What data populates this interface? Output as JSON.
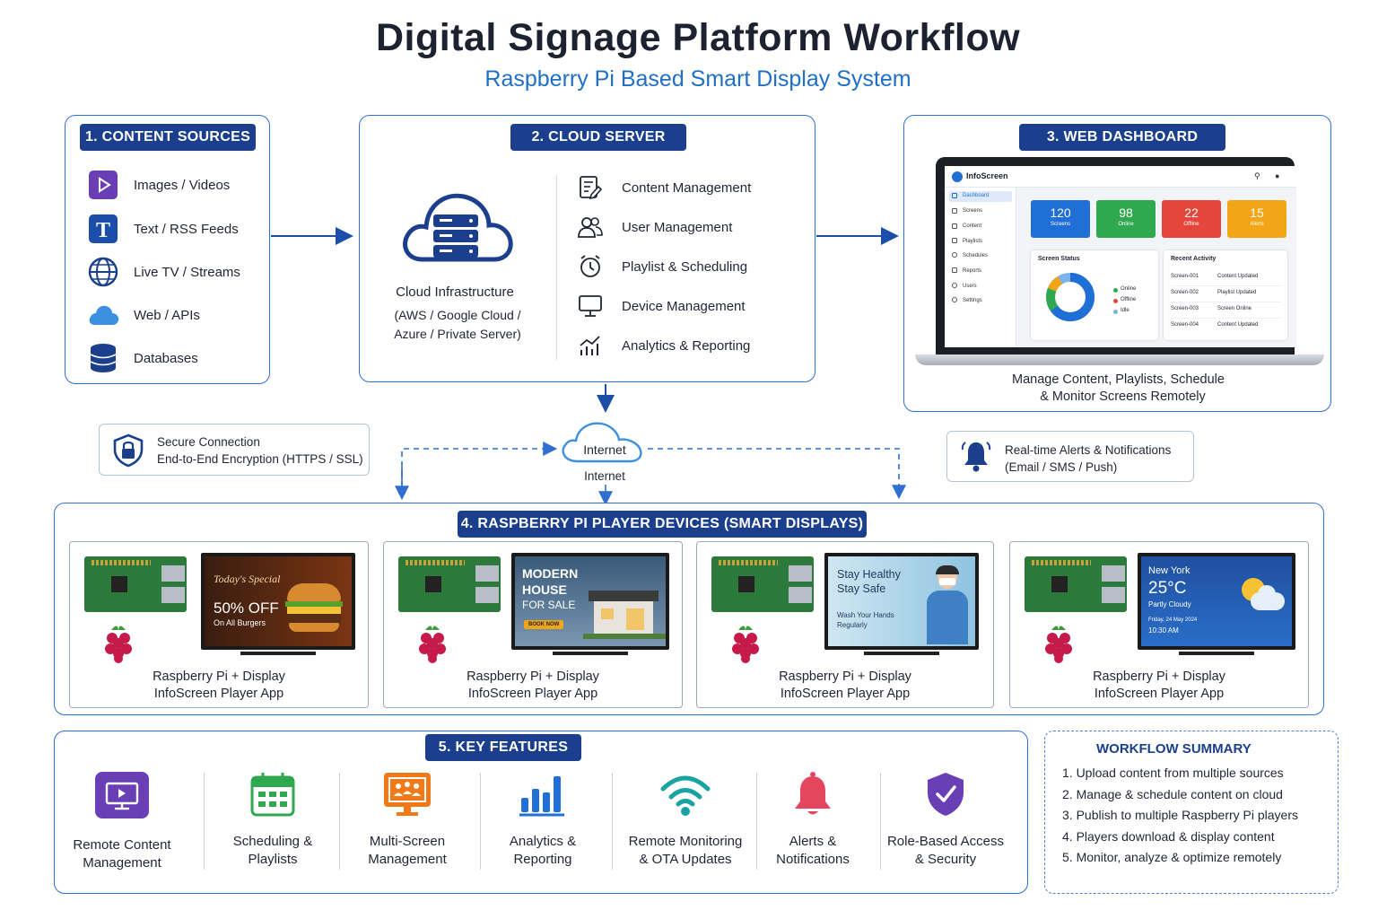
{
  "title": "Digital Signage Platform Workflow",
  "subtitle": "Raspberry Pi Based Smart Display System",
  "content_sources": {
    "heading": "1. CONTENT SOURCES",
    "items": [
      {
        "label": "Images / Videos",
        "icon": "play-icon"
      },
      {
        "label": "Text / RSS Feeds",
        "icon": "text-t-icon"
      },
      {
        "label": "Live TV / Streams",
        "icon": "globe-icon"
      },
      {
        "label": "Web / APIs",
        "icon": "cloud-icon"
      },
      {
        "label": "Databases",
        "icon": "database-icon"
      }
    ]
  },
  "cloud_server": {
    "heading": "2. CLOUD SERVER",
    "infra_title": "Cloud Infrastructure",
    "infra_line1": "(AWS / Google Cloud /",
    "infra_line2": "Azure / Private Server)",
    "items": [
      {
        "label": "Content Management",
        "icon": "content-doc-icon"
      },
      {
        "label": "User Management",
        "icon": "users-icon"
      },
      {
        "label": "Playlist & Scheduling",
        "icon": "clock-icon"
      },
      {
        "label": "Device Management",
        "icon": "monitor-icon"
      },
      {
        "label": "Analytics & Reporting",
        "icon": "analytics-icon"
      }
    ]
  },
  "web_dashboard": {
    "heading": "3. WEB DASHBOARD",
    "app_name": "InfoScreen",
    "nav": [
      "Dashboard",
      "Screens",
      "Content",
      "Playlists",
      "Schedules",
      "Reports",
      "Users",
      "Settings"
    ],
    "stats": [
      {
        "value": "120",
        "label": "Screens",
        "color": "#1f6fd6"
      },
      {
        "value": "98",
        "label": "Online",
        "color": "#2fa84f"
      },
      {
        "value": "22",
        "label": "Offline",
        "color": "#e5463b"
      },
      {
        "value": "15",
        "label": "Alerts",
        "color": "#f2a516"
      }
    ],
    "status_title": "Screen Status",
    "status_legend": [
      {
        "label": "Online",
        "color": "#2fa84f"
      },
      {
        "label": "Offline",
        "color": "#e5463b"
      },
      {
        "label": "Idle",
        "color": "#7fb2e8"
      }
    ],
    "activity_title": "Recent Activity",
    "activity": [
      {
        "screen": "Screen-001",
        "event": "Content Updated"
      },
      {
        "screen": "Screen-002",
        "event": "Playlist Updated"
      },
      {
        "screen": "Screen-003",
        "event": "Screen Online"
      },
      {
        "screen": "Screen-004",
        "event": "Content Updated"
      }
    ],
    "caption_line1": "Manage Content, Playlists, Schedule",
    "caption_line2": "& Monitor Screens Remotely"
  },
  "security": {
    "line1": "Secure Connection",
    "line2": "End-to-End Encryption (HTTPS / SSL)"
  },
  "internet": {
    "cloud_label": "Internet",
    "below_label": "Internet"
  },
  "alerts": {
    "line1": "Real-time Alerts & Notifications",
    "line2": "(Email / SMS / Push)"
  },
  "players": {
    "heading": "4. RASPBERRY PI PLAYER DEVICES (SMART DISPLAYS)",
    "devices": [
      {
        "cap1": "Raspberry Pi + Display",
        "cap2": "InfoScreen Player App",
        "screen": {
          "t1": "Today's Special",
          "t2": "50% OFF",
          "t3": "On All Burgers"
        }
      },
      {
        "cap1": "Raspberry Pi + Display",
        "cap2": "InfoScreen Player App",
        "screen": {
          "t1": "MODERN",
          "t2": "HOUSE",
          "t3": "FOR SALE",
          "t4": "BOOK NOW"
        }
      },
      {
        "cap1": "Raspberry Pi + Display",
        "cap2": "InfoScreen Player App",
        "screen": {
          "t1": "Stay Healthy",
          "t2": "Stay Safe",
          "t3": "Wash Your Hands",
          "t4": "Regularly"
        }
      },
      {
        "cap1": "Raspberry Pi + Display",
        "cap2": "InfoScreen Player App",
        "screen": {
          "t1": "New York",
          "t2": "25°C",
          "t3": "Partly Cloudy",
          "t4": "Friday, 24 May 2024",
          "t5": "10:30 AM"
        }
      }
    ]
  },
  "features": {
    "heading": "5. KEY FEATURES",
    "items": [
      {
        "l1": "Remote Content",
        "l2": "Management",
        "icon": "monitor-play-icon",
        "color": "#6a3fb5"
      },
      {
        "l1": "Scheduling &",
        "l2": "Playlists",
        "icon": "calendar-icon",
        "color": "#2fa84f"
      },
      {
        "l1": "Multi-Screen",
        "l2": "Management",
        "icon": "multi-screen-icon",
        "color": "#f07a1a"
      },
      {
        "l1": "Analytics &",
        "l2": "Reporting",
        "icon": "bar-chart-icon",
        "color": "#1f6fd6"
      },
      {
        "l1": "Remote Monitoring",
        "l2": "& OTA Updates",
        "icon": "wifi-icon",
        "color": "#19a3a3"
      },
      {
        "l1": "Alerts &",
        "l2": "Notifications",
        "icon": "bell-icon",
        "color": "#e5465f"
      },
      {
        "l1": "Role-Based Access",
        "l2": "& Security",
        "icon": "shield-check-icon",
        "color": "#6a3fb5"
      }
    ]
  },
  "summary": {
    "heading": "WORKFLOW SUMMARY",
    "steps": [
      "1.  Upload content from multiple sources",
      "2.  Manage & schedule content on cloud",
      "3.  Publish to multiple Raspberry Pi players",
      "4.  Players download & display content",
      "5.  Monitor, analyze & optimize remotely"
    ]
  }
}
